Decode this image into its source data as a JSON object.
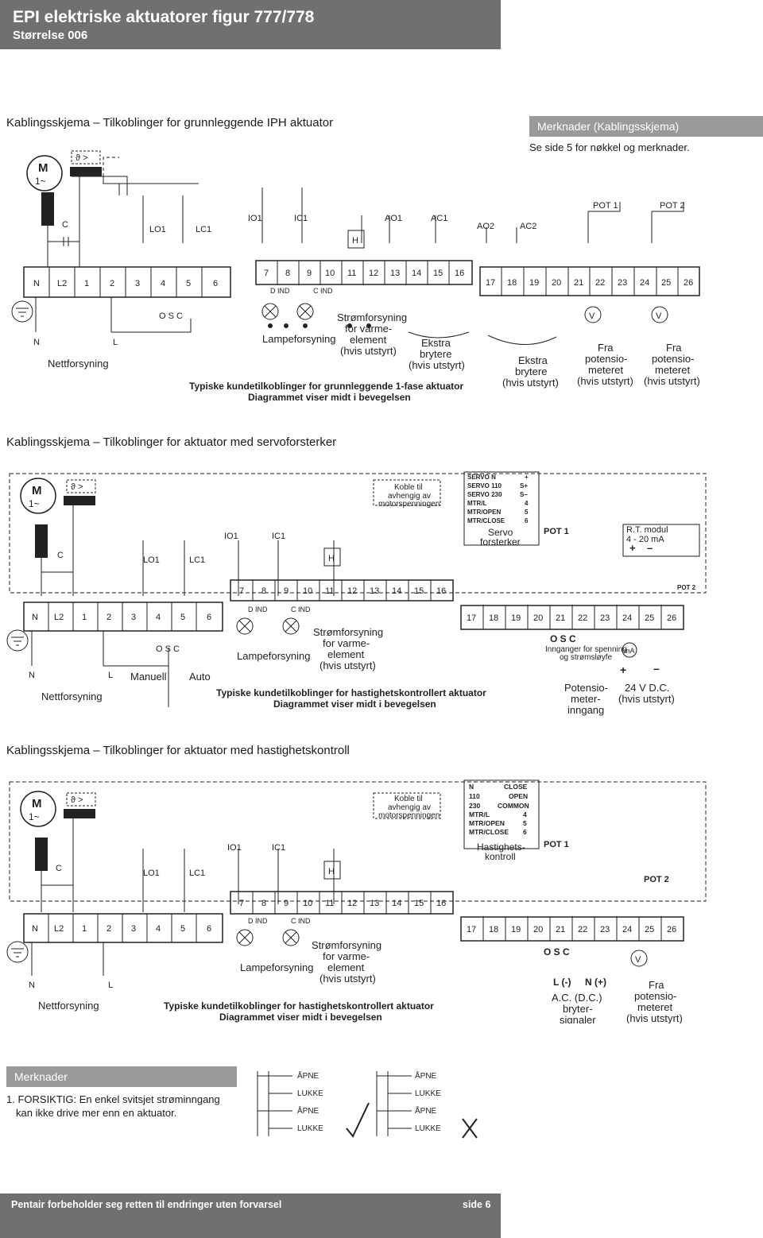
{
  "header": {
    "title": "EPI elektriske aktuatorer figur 777/778",
    "subtitle": "Størrelse 006"
  },
  "side_note": {
    "title": "Merknader (Kablingsskjema)",
    "text": "Se side 5 for nøkkel og merknader."
  },
  "motor": {
    "label_m": "M",
    "label_1": "1~",
    "thermal": "ϑ >"
  },
  "sections": [
    {
      "title": "Kablingsskjema – Tilkoblinger for grunnleggende IPH aktuator",
      "switches": [
        "C",
        "LO1",
        "LC1",
        "IO1",
        "IC1",
        "H",
        "AO1",
        "AC1",
        "AO2",
        "AC2",
        "POT 1",
        "POT 2"
      ],
      "terminals_a": [
        "N",
        "L2",
        "1",
        "2",
        "3",
        "4",
        "5",
        "6"
      ],
      "terminals_b": [
        "7",
        "8",
        "9",
        "10",
        "11",
        "12",
        "13",
        "14",
        "15",
        "16"
      ],
      "terminals_c": [
        "17",
        "18",
        "19",
        "20",
        "21",
        "22",
        "23",
        "24",
        "25",
        "26"
      ],
      "lamp_labels": [
        "D IND",
        "C IND"
      ],
      "osc": "O  S C",
      "supply": [
        "N",
        "L",
        "Nettforsyning"
      ],
      "lamp_supply": "Lampeforsyning",
      "heater": [
        "Strømforsyning",
        "for varme-",
        "element",
        "(hvis utstyrt)"
      ],
      "extra_switch_1": [
        "Ekstra",
        "brytere",
        "(hvis utstyrt)"
      ],
      "extra_switch_2": [
        "Ekstra",
        "brytere",
        "(hvis utstyrt)"
      ],
      "pot_1": [
        "V",
        "Fra",
        "potensio-",
        "meteret",
        "(hvis utstyrt)"
      ],
      "pot_2": [
        "V",
        "Fra",
        "potensio-",
        "meteret",
        "(hvis utstyrt)"
      ],
      "caption": [
        "Typiske kundetilkoblinger for grunnleggende 1-fase aktuator",
        "Diagrammet viser midt i bevegelsen"
      ]
    },
    {
      "title": "Kablingsskjema – Tilkoblinger for aktuator med servoforsterker",
      "switches": [
        "C",
        "LO1",
        "LC1",
        "IO1",
        "IC1",
        "H",
        "POT 1",
        "POT 2"
      ],
      "connect_note": [
        "Koble til",
        "avhengig av",
        "motorspenningen"
      ],
      "servo_left": [
        "SERVO N",
        "SERVO 110",
        "SERVO 230",
        "MTR/L",
        "MTR/OPEN",
        "MTR/CLOSE"
      ],
      "servo_right": [
        "+",
        "S+",
        "S–",
        "4",
        "5",
        "6"
      ],
      "servo_name": [
        "Servo",
        "forsterker"
      ],
      "rt_module": [
        "R.T. modul",
        "4 - 20 mA",
        "+",
        "–"
      ],
      "terminals_a": [
        "N",
        "L2",
        "1",
        "2",
        "3",
        "4",
        "5",
        "6"
      ],
      "terminals_b": [
        "7",
        "8",
        "9",
        "10",
        "11",
        "12",
        "13",
        "14",
        "15",
        "16"
      ],
      "terminals_c": [
        "17",
        "18",
        "19",
        "20",
        "21",
        "22",
        "23",
        "24",
        "25",
        "26"
      ],
      "lamp_labels": [
        "D IND",
        "C IND"
      ],
      "osc": "O  S C",
      "manual": "Manuell",
      "auto": "Auto",
      "supply": [
        "N",
        "L",
        "Nettforsyning"
      ],
      "lamp_supply": "Lampeforsyning",
      "heater": [
        "Strømforsyning",
        "for varme-",
        "element",
        "(hvis utstyrt)"
      ],
      "osc_right": "O    S    C",
      "input_note": [
        "Innganger for spenning",
        "og strømsløyfe"
      ],
      "ma": "mA",
      "pot_input": [
        "Potensio-",
        "meter-",
        "inngang"
      ],
      "dc": [
        "+",
        "–",
        "24 V D.C.",
        "(hvis utstyrt)"
      ],
      "caption": [
        "Typiske kundetilkoblinger for hastighetskontrollert aktuator",
        "Diagrammet viser midt i bevegelsen"
      ]
    },
    {
      "title": "Kablingsskjema – Tilkoblinger for aktuator med hastighetskontroll",
      "switches": [
        "C",
        "LO1",
        "LC1",
        "IO1",
        "IC1",
        "H",
        "POT 1",
        "POT 2"
      ],
      "connect_note": [
        "Koble til",
        "avhengig av",
        "motorspenningen"
      ],
      "speed_left": [
        "N",
        "110",
        "230",
        "MTR/L",
        "MTR/OPEN",
        "MTR/CLOSE"
      ],
      "speed_right": [
        "CLOSE",
        "OPEN",
        "COMMON",
        "4",
        "5",
        "6"
      ],
      "speed_name": [
        "Hastighets-",
        "kontroll"
      ],
      "terminals_a": [
        "N",
        "L2",
        "1",
        "2",
        "3",
        "4",
        "5",
        "6"
      ],
      "terminals_b": [
        "7",
        "8",
        "9",
        "10",
        "11",
        "12",
        "13",
        "14",
        "15",
        "16"
      ],
      "terminals_c": [
        "17",
        "18",
        "19",
        "20",
        "21",
        "22",
        "23",
        "24",
        "25",
        "26"
      ],
      "lamp_labels": [
        "D IND",
        "C IND"
      ],
      "supply": [
        "N",
        "L",
        "Nettforsyning"
      ],
      "lamp_supply": "Lampeforsyning",
      "heater": [
        "Strømforsyning",
        "for varme-",
        "element",
        "(hvis utstyrt)"
      ],
      "osc_right": "O    S    C",
      "lnn": [
        "L (-)",
        "N (+)"
      ],
      "ac_switch": [
        "A.C. (D.C.)",
        "bryter-",
        "signaler"
      ],
      "pot": [
        "V",
        "Fra",
        "potensio-",
        "meteret",
        "(hvis utstyrt)"
      ],
      "caption": [
        "Typiske kundetilkoblinger for hastighetskontrollert aktuator",
        "Diagrammet viser midt i bevegelsen"
      ]
    }
  ],
  "notes": {
    "title": "Merknader",
    "text_line1": "1. FORSIKTIG: En enkel svitsjet strøminngang",
    "text_line2": "kan ikke drive mer enn en aktuator.",
    "diagram_labels": [
      "ÅPNE",
      "LUKKE",
      "ÅPNE",
      "LUKKE"
    ],
    "diagram_labels_b": [
      "ÅPNE",
      "LUKKE",
      "ÅPNE",
      "LUKKE"
    ]
  },
  "footer": {
    "text": "Pentair forbeholder seg retten til endringer uten forvarsel",
    "page": "side 6"
  }
}
